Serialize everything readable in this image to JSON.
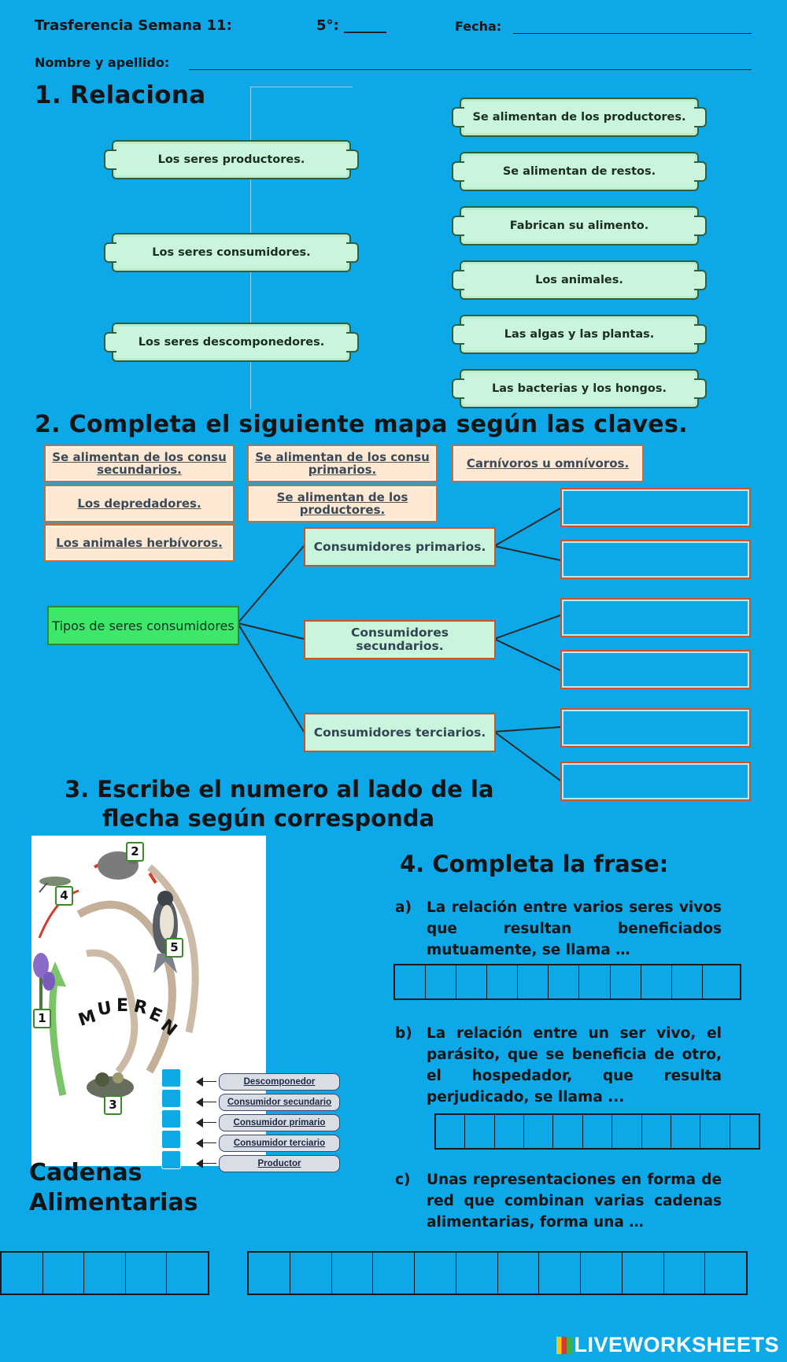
{
  "header": {
    "title": "Trasferencia Semana 11:",
    "grade_label": "5°:",
    "grade_blank": "______",
    "date_label": "Fecha:",
    "name_label": "Nombre y apellido:"
  },
  "section1": {
    "title": "1.  Relaciona",
    "left_items": [
      "Los seres productores.",
      "Los seres consumidores.",
      "Los seres descomponedores."
    ],
    "right_items": [
      "Se alimentan de los productores.",
      "Se alimentan de restos.",
      "Fabrican su alimento.",
      "Los animales.",
      "Las algas y las plantas.",
      "Las bacterias y los hongos."
    ]
  },
  "section2": {
    "title": "2.  Completa el siguiente mapa según las claves.",
    "keys": [
      "Se alimentan de los consu secundarios.",
      "Se alimentan de los consu primarios.",
      "Carnívoros u omnívoros.",
      "Los depredadores.",
      "Se alimentan de los productores.",
      "Los animales herbívoros."
    ],
    "root": "Tipos de seres consumidores",
    "nodes": [
      "Consumidores primarios.",
      "Consumidores secundarios.",
      "Consumidores terciarios."
    ]
  },
  "section3": {
    "title_line1": "3.  Escribe el numero al lado de la",
    "title_line2": "flecha según corresponda",
    "badges": [
      "1",
      "2",
      "3",
      "4",
      "5"
    ],
    "muere_letters": [
      "M",
      "U",
      "E",
      "R",
      "E",
      "N"
    ],
    "arrow_labels": [
      "Descomponedor",
      "Consumidor secundario",
      "Consumidor primario",
      "Consumidor terciario",
      "Productor"
    ],
    "caption_line1": "Cadenas",
    "caption_line2": "Alimentarias"
  },
  "section4": {
    "title": "4. Completa la frase:",
    "questions": [
      {
        "label": "a)",
        "text": "La relación entre varios seres vivos que resultan beneficiados mutuamente, se llama …"
      },
      {
        "label": "b)",
        "text": "La relación entre un ser vivo, el parásito, que se beneficia de otro, el hospedador, que resulta perjudicado, se llama ..."
      },
      {
        "label": "c)",
        "text": "Unas representaciones en forma de red que combinan varias cadenas alimentarias, forma una …"
      }
    ]
  },
  "footer": {
    "brand": "LIVEWORKSHEETS"
  },
  "colors": {
    "background": "#0da8e8",
    "scroll_green": "#c9f5dc",
    "key_orange": "#d46a2a",
    "root_green": "#3ce76a"
  }
}
